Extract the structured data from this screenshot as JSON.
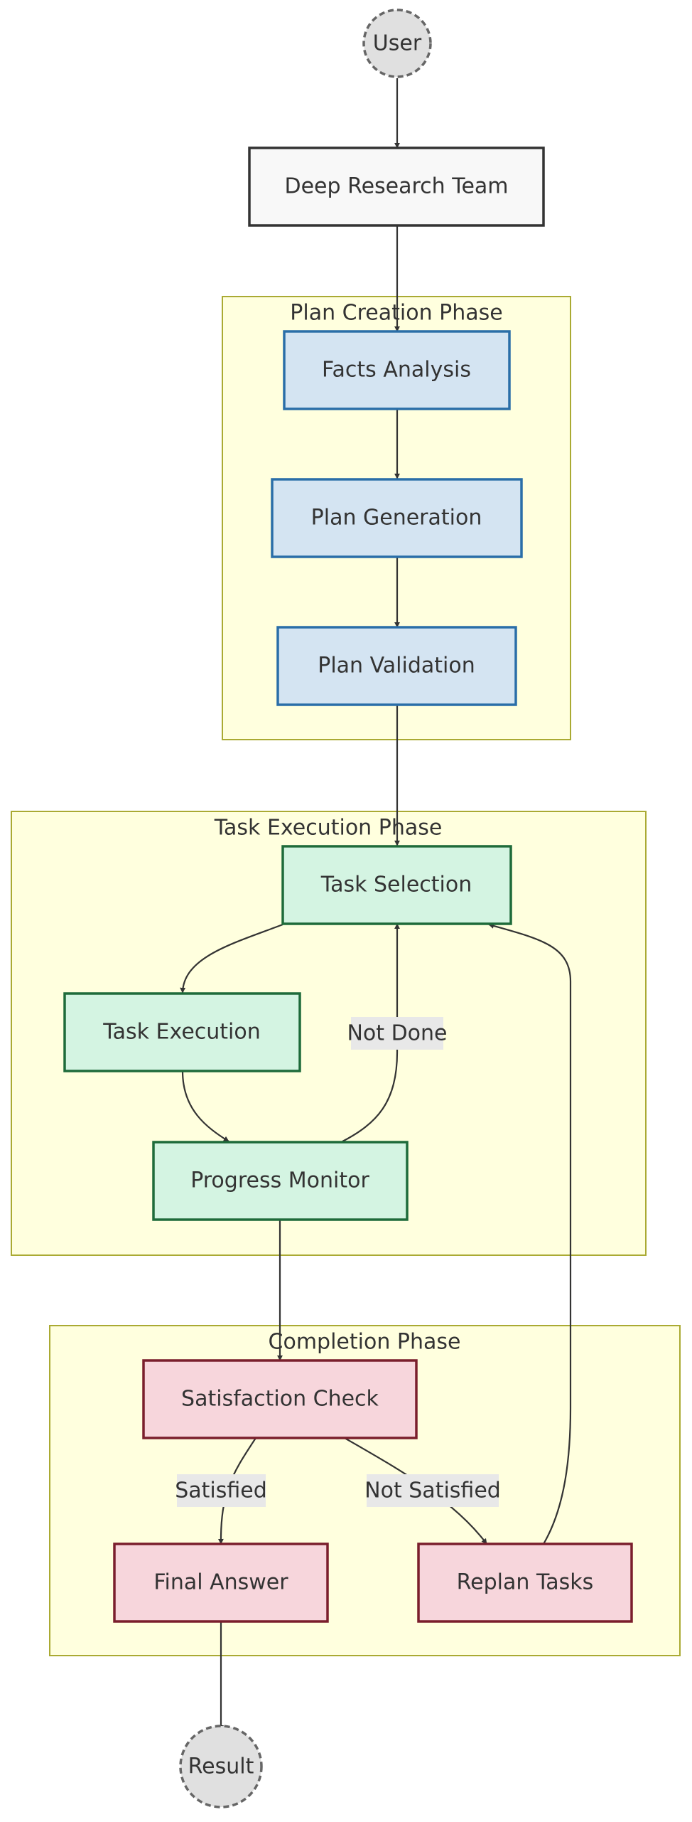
{
  "nodes": {
    "user": {
      "label": "User"
    },
    "deep_research_team": {
      "label": "Deep Research Team"
    },
    "facts_analysis": {
      "label": "Facts Analysis"
    },
    "plan_generation": {
      "label": "Plan Generation"
    },
    "plan_validation": {
      "label": "Plan Validation"
    },
    "task_selection": {
      "label": "Task Selection"
    },
    "task_execution": {
      "label": "Task Execution"
    },
    "progress_monitor": {
      "label": "Progress Monitor"
    },
    "satisfaction_check": {
      "label": "Satisfaction Check"
    },
    "final_answer": {
      "label": "Final Answer"
    },
    "replan_tasks": {
      "label": "Replan Tasks"
    },
    "result": {
      "label": "Result"
    }
  },
  "phases": {
    "plan_creation": {
      "label": "Plan Creation Phase"
    },
    "task_execution": {
      "label": "Task Execution Phase"
    },
    "completion": {
      "label": "Completion Phase"
    }
  },
  "edge_labels": {
    "not_done": "Not Done",
    "satisfied": "Satisfied",
    "not_satisfied": "Not Satisfied"
  },
  "colors": {
    "phase_fill": "#ffffde",
    "phase_stroke": "#aaaa33",
    "blue_fill": "#d4e4f2",
    "blue_stroke": "#2a6ea8",
    "green_fill": "#d4f4e2",
    "green_stroke": "#1e6b3a",
    "red_fill": "#f7d6dc",
    "red_stroke": "#7a1e2c",
    "entry_fill": "#f8f8f8",
    "entry_stroke": "#333333",
    "terminal_fill": "#e0e0e0",
    "terminal_stroke": "#666666",
    "edge_label_bg": "#e8e8e8",
    "edge": "#333333"
  }
}
